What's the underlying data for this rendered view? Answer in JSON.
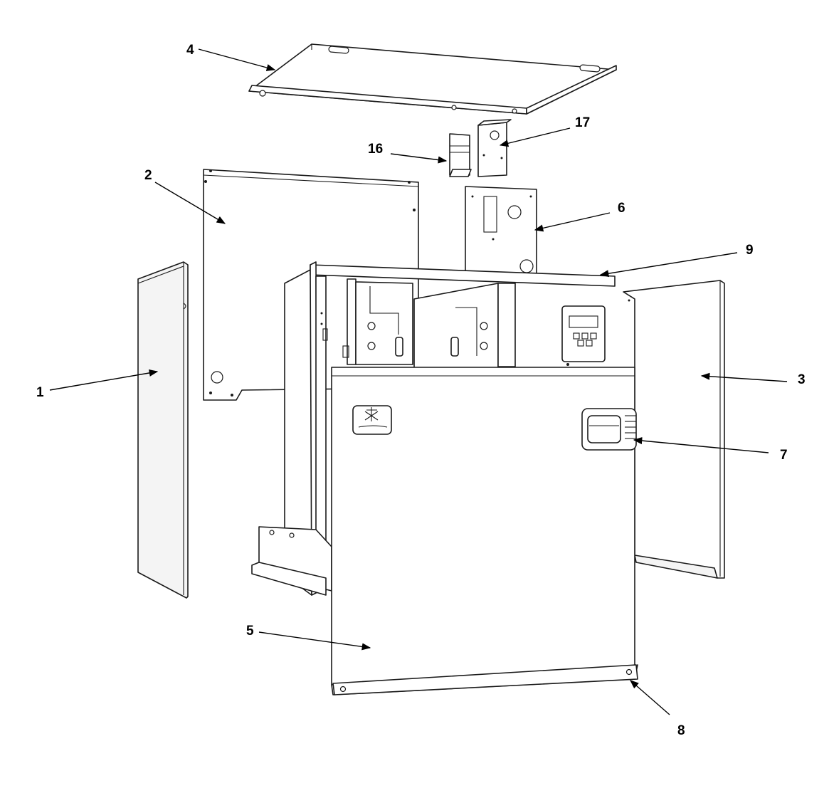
{
  "callouts": [
    {
      "id": "1",
      "label": "1"
    },
    {
      "id": "2",
      "label": "2"
    },
    {
      "id": "3",
      "label": "3"
    },
    {
      "id": "4",
      "label": "4"
    },
    {
      "id": "5",
      "label": "5"
    },
    {
      "id": "6",
      "label": "6"
    },
    {
      "id": "7",
      "label": "7"
    },
    {
      "id": "8",
      "label": "8"
    },
    {
      "id": "9",
      "label": "9"
    },
    {
      "id": "16",
      "label": "16"
    },
    {
      "id": "17",
      "label": "17"
    }
  ],
  "colors": {
    "line": "#1a1a1a",
    "background": "#ffffff"
  }
}
